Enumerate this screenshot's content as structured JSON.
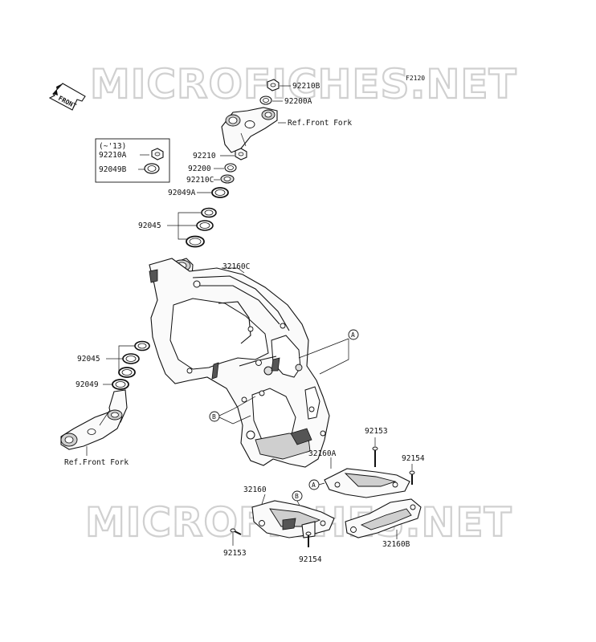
{
  "diagram_id": "F2120",
  "watermark": "MICROFICHES.NET",
  "front_arrow": "FRONT",
  "inset": {
    "note": "(~'13)",
    "parts": [
      "92210A",
      "92049B"
    ]
  },
  "callouts": {
    "nut_top": "92210B",
    "washer_top": "92200A",
    "ref_top": "Ref.Front Fork",
    "nut_92210": "92210",
    "washer_92200": "92200",
    "nut_92210c": "92210C",
    "seal_92049a": "92049A",
    "bearing_upper": "92045",
    "frame": "32160C",
    "bearing_lower": "92045",
    "seal_lower": "92049",
    "ref_bottom": "Ref.Front Fork",
    "bolt_right": "92153",
    "bolt_right_2": "92154",
    "guard_a": "32160A",
    "guard_left": "32160",
    "guard_b": "32160B",
    "bolt_left": "92153",
    "bolt_left_2": "92154"
  },
  "markers": {
    "a": "A",
    "b": "B"
  }
}
